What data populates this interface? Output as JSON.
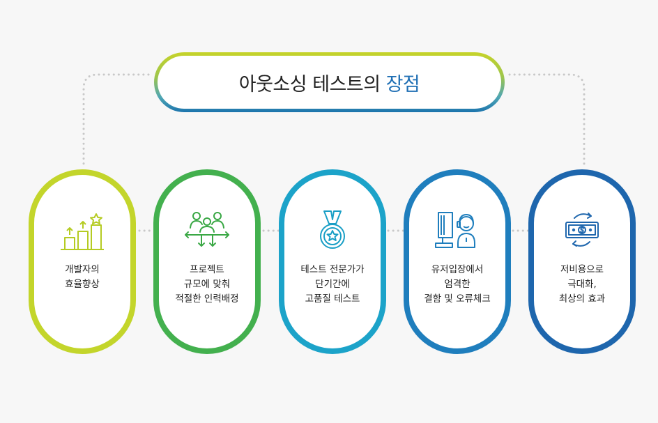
{
  "title": {
    "main": "아웃소싱 테스트의",
    "accent": "장점"
  },
  "cards": [
    {
      "icon": "rising-bars-star-icon",
      "lines": [
        "개발자의",
        "효율향상"
      ]
    },
    {
      "icon": "team-network-icon",
      "lines": [
        "프로젝트",
        "규모에 맞춰",
        "적절한 인력배정"
      ]
    },
    {
      "icon": "medal-star-icon",
      "lines": [
        "테스트 전문가가",
        "단기간에",
        "고품질 테스트"
      ]
    },
    {
      "icon": "user-computer-icon",
      "lines": [
        "유저입장에서",
        "엄격한",
        "결함 및 오류체크"
      ]
    },
    {
      "icon": "money-cycle-icon",
      "lines": [
        "저비용으로",
        "극대화,",
        "최상의 효과"
      ]
    }
  ],
  "colors": {
    "card1": "#c3d52b",
    "card2": "#43b04e",
    "card3": "#1ca3c9",
    "card4": "#1f7ebd",
    "card5": "#1e66ad",
    "accent_text": "#1f6fb4"
  }
}
